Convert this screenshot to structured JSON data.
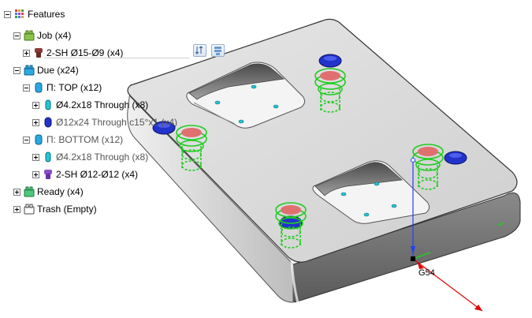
{
  "tree": {
    "root": "Features",
    "job": "Job (x4)",
    "job_item": "2-SH Ø15-Ø9 (x4)",
    "due": "Due (x24)",
    "top": "Π: TOP (x12)",
    "top_item1": "Ø4.2x18 Through (x8)",
    "top_item2": "Ø12x24 Through c15°x1 (x4)",
    "bottom": "Π: BOTTOM (x12)",
    "bottom_item1": "Ø4.2x18 Through (x8)",
    "bottom_item2": "2-SH Ø12-Ø12 (x4)",
    "ready": "Ready (x4)",
    "trash": "Trash (Empty)"
  },
  "viewport": {
    "origin_label": "G54"
  },
  "colors": {
    "job_icon": "#8bc34a",
    "due_icon": "#29a9e0",
    "ready_icon": "#4cc87a",
    "hole_cyan": "#22c6d8",
    "hole_blue": "#2233cc",
    "hole_purple": "#8a4fc8",
    "sh_brown": "#8b3a3a",
    "toolpath_green": "#22cc22",
    "hole_red": "#e07070",
    "axis_red": "#e00000",
    "axis_blue": "#2040ff"
  }
}
